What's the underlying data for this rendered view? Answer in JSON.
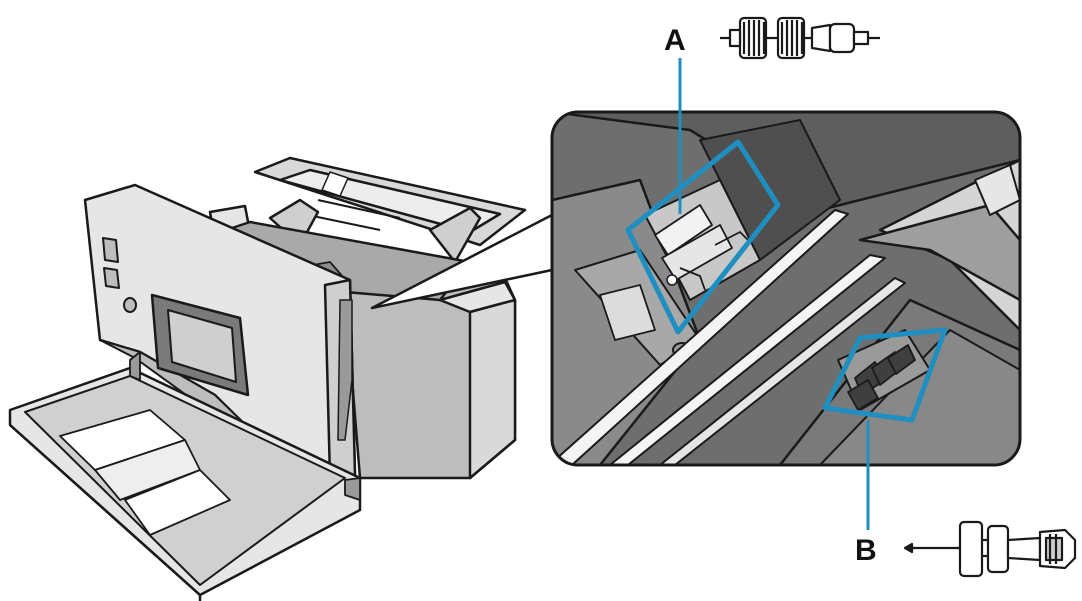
{
  "diagram": {
    "callouts": [
      {
        "id": "A",
        "label": "A",
        "part": "pickup-roller"
      },
      {
        "id": "B",
        "label": "B",
        "part": "separation-roller"
      }
    ]
  },
  "colors": {
    "highlight": "#1e8fc0",
    "outline": "#1a1a1a",
    "body_light": "#e6e6e6",
    "body_mid": "#bdbdbd",
    "body_dark": "#7a7a7a",
    "interior_dark": "#555555",
    "interior_mid": "#6e6e6e",
    "paper_white": "#ffffff"
  }
}
